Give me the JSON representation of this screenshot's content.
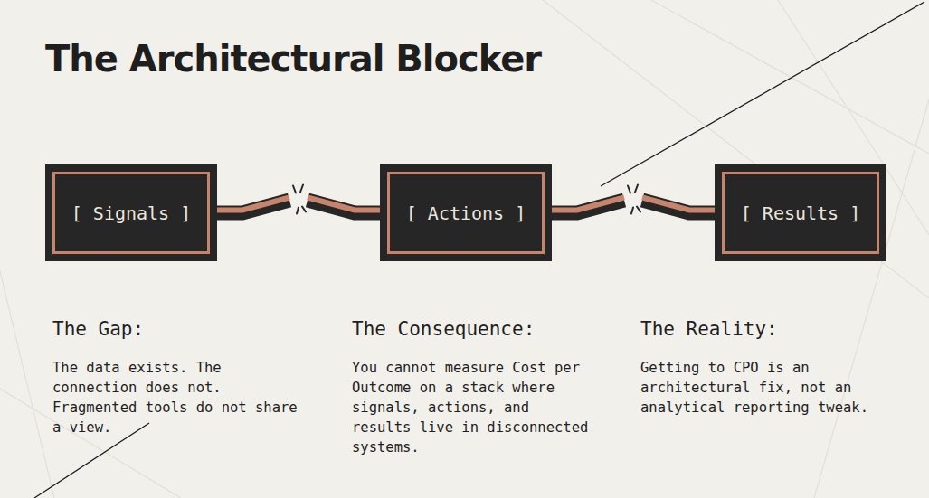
{
  "diagram": {
    "title": "The Architectural Blocker",
    "nodes": [
      {
        "text": [
          "[ Signals ]"
        ]
      },
      {
        "text": [
          "[ Actions ]"
        ]
      },
      {
        "text": [
          "[ Results ]"
        ]
      }
    ],
    "edges": [
      {
        "from": 0,
        "to": 1,
        "arrow": "none"
      },
      {
        "from": 1,
        "to": 2,
        "arrow": "none"
      }
    ],
    "labels": [
      "The Gap:",
      "The data exists. The connection does not. Fragmented tools do not share a view.",
      "The Consequence:",
      "You cannot measure Cost per Outcome on a stack where signals, actions, and results live in disconnected systems.",
      "The Reality:",
      "Getting to CPO is an architectural fix, not an analytical reporting tweak."
    ]
  }
}
